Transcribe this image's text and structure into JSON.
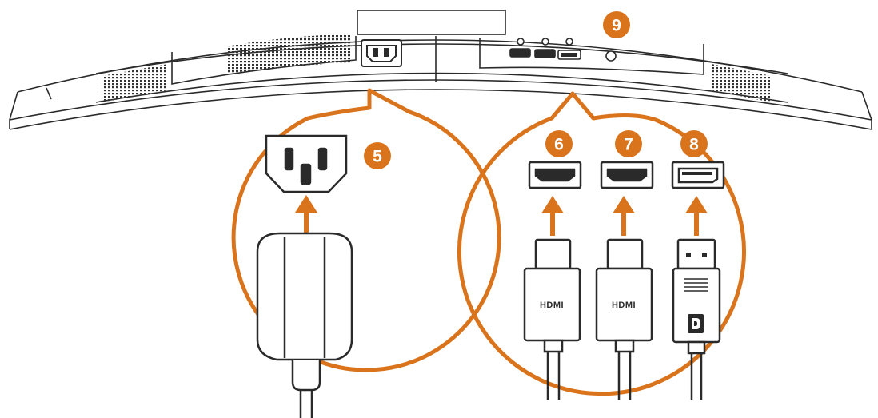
{
  "colors": {
    "accent": "#D9741C",
    "line": "#2a2a2a",
    "body": "#ffffff"
  },
  "callouts": {
    "power_number": "5",
    "hdmi1_number": "6",
    "hdmi2_number": "7",
    "dp_number": "8",
    "audio_number": "9"
  },
  "connectors": {
    "power": {
      "icon": "ac-power-inlet-icon",
      "plug_icon": "power-plug-icon"
    },
    "hdmi1": {
      "icon": "hdmi-port-icon",
      "plug_icon": "hdmi-plug-icon",
      "plug_label": "HDMI"
    },
    "hdmi2": {
      "icon": "hdmi-port-icon",
      "plug_icon": "hdmi-plug-icon",
      "plug_label": "HDMI"
    },
    "dp": {
      "icon": "displayport-port-icon",
      "plug_icon": "displayport-plug-icon",
      "plug_label": "D"
    }
  }
}
